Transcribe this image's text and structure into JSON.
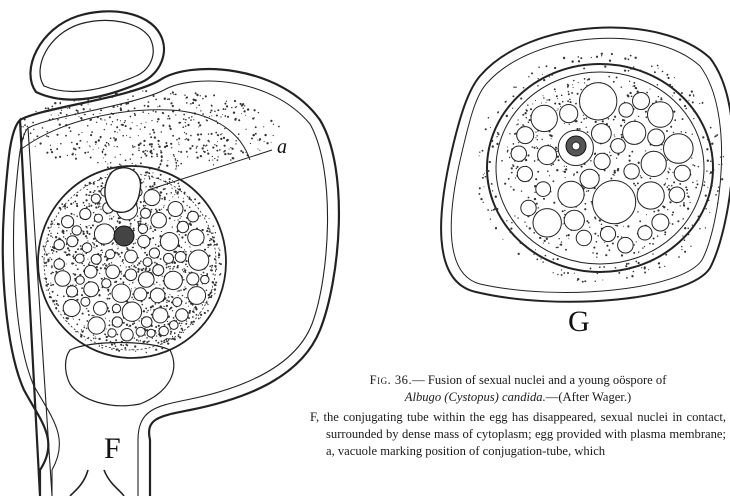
{
  "figure": {
    "labels": {
      "F": "F",
      "G": "G",
      "a": "a"
    }
  },
  "caption": {
    "fig_number": "Fig. 36.",
    "title_dash": "—",
    "title_text": "Fusion of sexual nuclei and a young oöspore of",
    "species_genus": "Albugo",
    "species_syn": "(Cystopus)",
    "species_epithet": "candida.",
    "attribution": "—(After Wager.)",
    "body": "F, the conjugating tube within the egg has disappeared, sexual nuclei in contact, surrounded by dense mass of cytoplasm; egg provided with plasma membrane; a, vacuole marking position of conjugation-tube, which"
  }
}
